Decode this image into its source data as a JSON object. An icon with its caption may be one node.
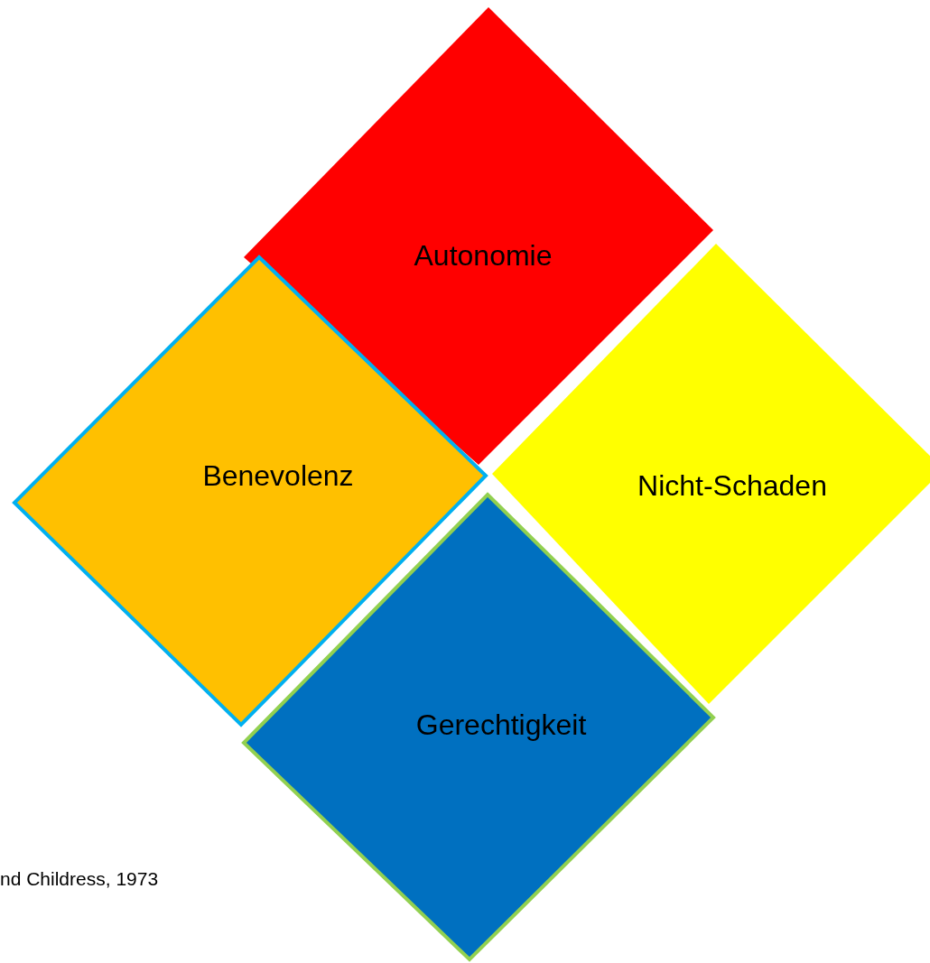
{
  "diagram": {
    "nodes": [
      {
        "text": [
          "Autonomie"
        ]
      },
      {
        "text": [
          "Benevolenz"
        ]
      },
      {
        "text": [
          "Nicht-Schaden"
        ]
      },
      {
        "text": [
          "Gerechtigkeit"
        ]
      }
    ],
    "labels": [
      "nd Childress, 1973"
    ]
  }
}
